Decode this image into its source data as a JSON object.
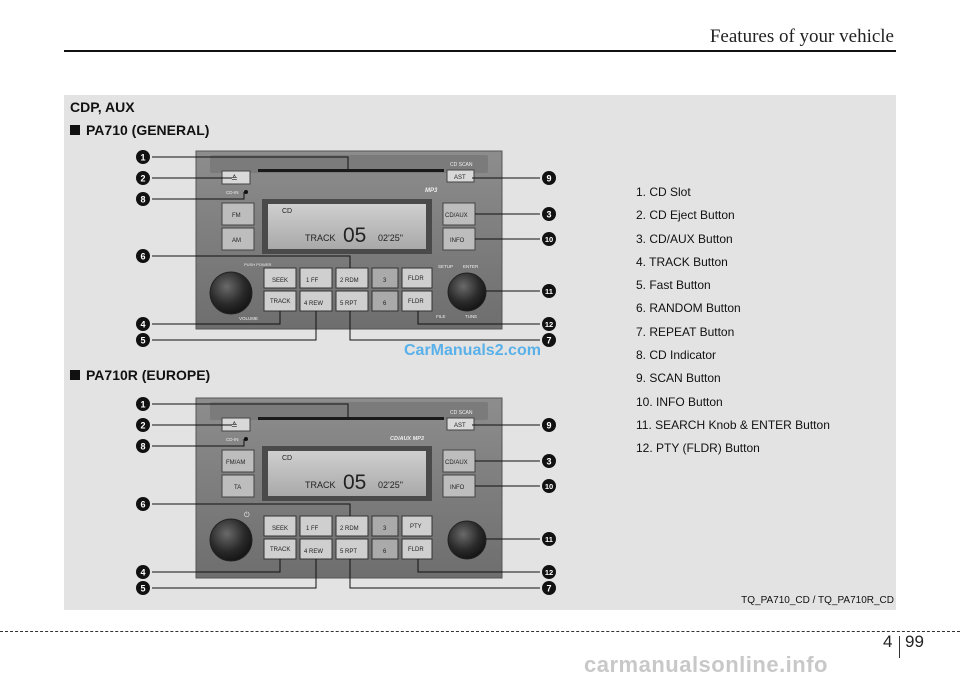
{
  "header": {
    "title": "Features of your vehicle"
  },
  "section": {
    "heading": "CDP, AUX",
    "general_heading": "PA710 (GENERAL)",
    "europe_heading": "PA710R (EUROPE)"
  },
  "legend": [
    "1. CD Slot",
    "2. CD Eject Button",
    "3. CD/AUX Button",
    "4. TRACK Button",
    "5. Fast Button",
    "6. RANDOM Button",
    "7. REPEAT Button",
    "8. CD Indicator",
    "9. SCAN Button",
    "10. INFO Button",
    "11. SEARCH Knob & ENTER Button",
    "12. PTY (FLDR) Button"
  ],
  "figure_id": "TQ_PA710_CD / TQ_PA710R_CD",
  "watermark_mid": "CarManuals2.com",
  "footer": {
    "section_no": "4",
    "page_no": "99",
    "watermark": "carmanualsonline.info"
  },
  "radio_general": {
    "cd_scan_label": "CD SCAN",
    "ast": "AST",
    "eject": "≙",
    "cd_in": "CD-IN",
    "mp3": "MP3",
    "fm": "FM",
    "am": "AM",
    "cdaux": "CD/AUX",
    "info": "INFO",
    "display_cd": "CD",
    "display_track": "TRACK",
    "display_num": "05",
    "display_time": "02'25\"",
    "power_label": "PUSH POWER",
    "volume_label": "VOLUME",
    "seek": "SEEK",
    "track_btn": "TRACK",
    "ff": "1  FF",
    "rew": "4  REW",
    "rdm": "2  RDM",
    "rpt": "5  RPT",
    "three": "3",
    "six": "6",
    "fldr_up": "FLDR",
    "fldr_dn": "FLDR",
    "setup": "SETUP",
    "enter": "ENTER",
    "file": "FILE",
    "tune": "TUNE"
  },
  "radio_europe": {
    "cd_scan_label": "CD SCAN",
    "ast": "AST",
    "eject": "≙",
    "cd_in": "CD-IN",
    "mp3": "CD/AUX  MP3",
    "fm": "FM/AM",
    "am": "TA",
    "cdaux": "CD/AUX",
    "info": "INFO",
    "display_cd": "CD",
    "display_track": "TRACK",
    "display_num": "05",
    "display_time": "02'25\"",
    "seek": "SEEK",
    "track_btn": "TRACK",
    "ff": "1  FF",
    "rew": "4  REW",
    "rdm": "2  RDM",
    "rpt": "5  RPT",
    "three": "3",
    "six": "6",
    "fldr_up": "PTY",
    "fldr_dn": "FLDR"
  },
  "callouts": {
    "c1": "1",
    "c2": "2",
    "c3": "3",
    "c4": "4",
    "c5": "5",
    "c6": "6",
    "c7": "7",
    "c8": "8",
    "c9": "9",
    "c10": "10",
    "c11": "11",
    "c12": "12"
  }
}
